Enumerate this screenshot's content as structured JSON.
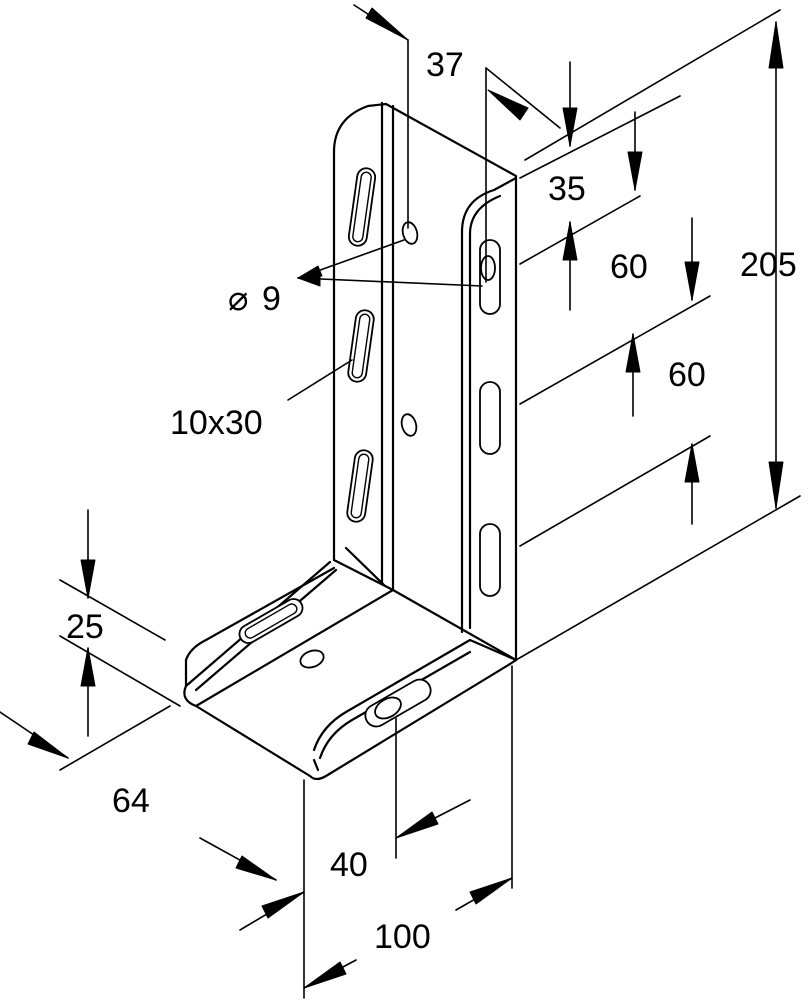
{
  "drawing": {
    "dimensions": {
      "d37": "37",
      "d35": "35",
      "d205": "205",
      "d60_top": "60",
      "d60_mid": "60",
      "d9": "9",
      "d10x30": "10x30",
      "d25": "25",
      "d64": "64",
      "d40": "40",
      "d100": "100"
    },
    "symbols": {
      "diameter": "⌀"
    }
  }
}
